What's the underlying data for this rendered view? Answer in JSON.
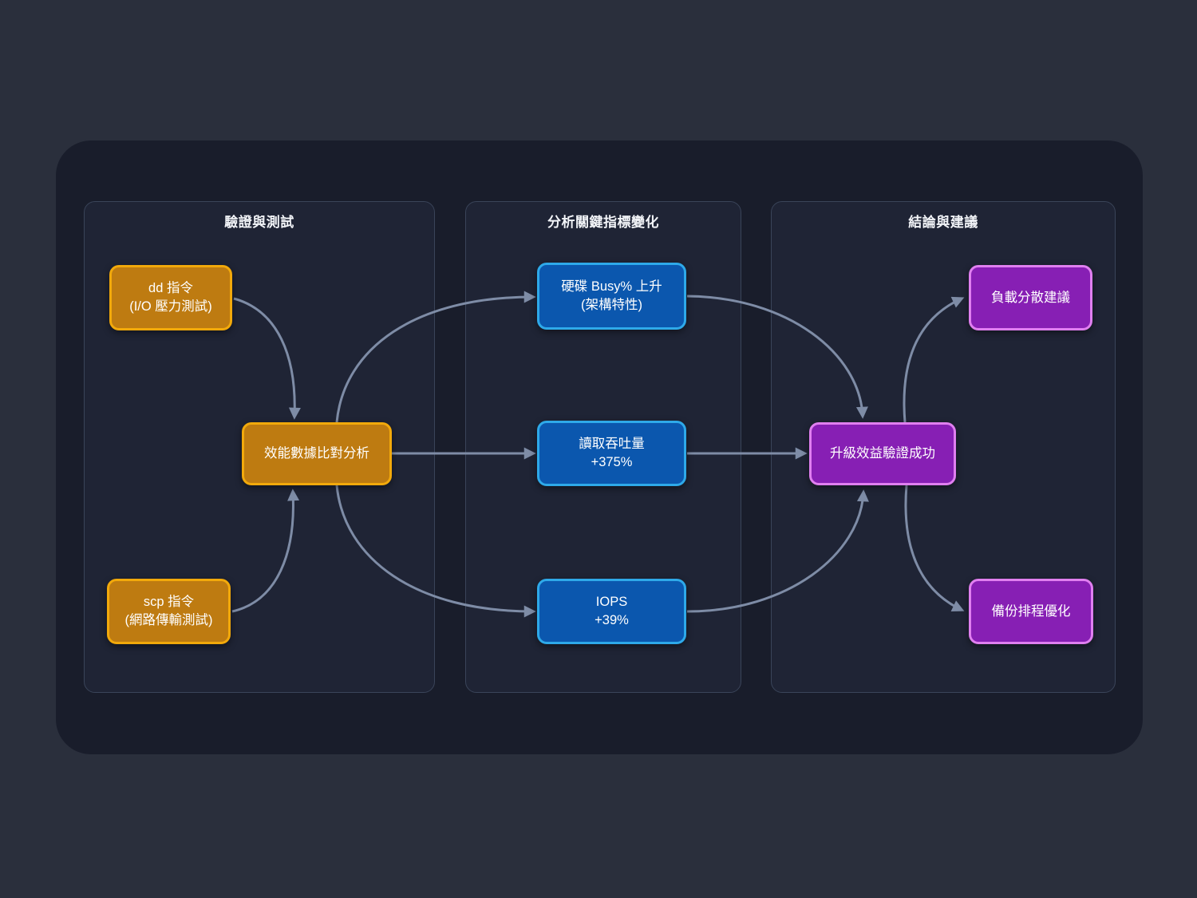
{
  "diagram_title": "",
  "groups": [
    {
      "id": "testing",
      "title": "驗證與測試"
    },
    {
      "id": "analysis",
      "title": "分析關鍵指標變化"
    },
    {
      "id": "conclusion",
      "title": "結論與建議"
    }
  ],
  "nodes": {
    "dd": {
      "line1": "dd 指令",
      "line2": "(I/O 壓力測試)",
      "color": "orange",
      "group": "testing"
    },
    "scp": {
      "line1": "scp 指令",
      "line2": "(網路傳輸測試)",
      "color": "orange",
      "group": "testing"
    },
    "analysis": {
      "line1": "效能數據比對分析",
      "line2": "",
      "color": "orange",
      "group": "testing"
    },
    "disk_busy": {
      "line1": "硬碟 Busy% 上升",
      "line2": "(架構特性)",
      "color": "blue",
      "group": "analysis"
    },
    "throughput": {
      "line1": "讀取吞吐量",
      "line2": "+375%",
      "color": "blue",
      "group": "analysis"
    },
    "iops": {
      "line1": "IOPS",
      "line2": "+39%",
      "color": "blue",
      "group": "analysis"
    },
    "upgrade": {
      "line1": "升級效益驗證成功",
      "line2": "",
      "color": "purple",
      "group": "conclusion"
    },
    "load_share": {
      "line1": "負載分散建議",
      "line2": "",
      "color": "purple",
      "group": "conclusion"
    },
    "backup_opt": {
      "line1": "備份排程優化",
      "line2": "",
      "color": "purple",
      "group": "conclusion"
    }
  },
  "edges": [
    {
      "from": "dd",
      "to": "analysis"
    },
    {
      "from": "scp",
      "to": "analysis"
    },
    {
      "from": "analysis",
      "to": "disk_busy"
    },
    {
      "from": "analysis",
      "to": "throughput"
    },
    {
      "from": "analysis",
      "to": "iops"
    },
    {
      "from": "disk_busy",
      "to": "upgrade"
    },
    {
      "from": "throughput",
      "to": "upgrade"
    },
    {
      "from": "iops",
      "to": "upgrade"
    },
    {
      "from": "upgrade",
      "to": "load_share"
    },
    {
      "from": "upgrade",
      "to": "backup_opt"
    }
  ],
  "colors": {
    "page_background": "#2A2F3C",
    "canvas_background": "#191D2B",
    "panel_background": "#1F2435",
    "panel_border": "#3A4459",
    "orange_fill": "#BE7B11",
    "orange_border": "#F2A90B",
    "blue_fill": "#0B57AE",
    "blue_border": "#2EA9E9",
    "purple_fill": "#871FB4",
    "purple_border": "#E07FF0",
    "edge_stroke": "#7E8CA6",
    "text": "#FFFFFF"
  }
}
